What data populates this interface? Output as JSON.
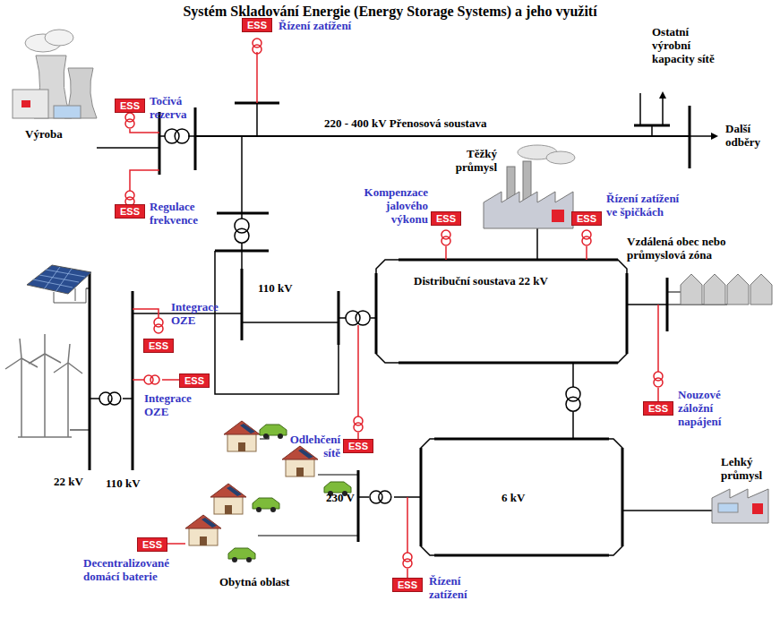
{
  "diagram": {
    "title": "Systém Skladování Energie (Energy Storage Systems) a jeho využití",
    "nodes": [
      {
        "text": [
          "ESS",
          "Řízení zatížení"
        ]
      },
      {
        "text": [
          "ESS",
          "Točivá rezerva"
        ]
      },
      {
        "text": [
          "ESS",
          "Regulace frekvence"
        ]
      },
      {
        "text": [
          "ESS",
          "Kompenzace jalového výkonu"
        ]
      },
      {
        "text": [
          "ESS",
          "Řízení zatížení ve špičkách"
        ]
      },
      {
        "text": [
          "ESS",
          "Integrace OZE"
        ]
      },
      {
        "text": [
          "ESS",
          "Integrace OZE"
        ]
      },
      {
        "text": [
          "ESS",
          "Nouzové záložní napájení"
        ]
      },
      {
        "text": [
          "ESS",
          "Odlehčení sítě"
        ]
      },
      {
        "text": [
          "ESS",
          "Decentralizované domácí baterie"
        ]
      },
      {
        "text": [
          "ESS",
          "Řízení zatížení"
        ]
      }
    ],
    "labels": [
      "Ostatní výrobní kapacity sítě",
      "Výroba",
      "220 - 400 kV Přenosová soustava",
      "Další odběry",
      "Těžký průmysl",
      "Vzdálená obec nebo průmyslová zóna",
      "Distribuční soustava 22 kV",
      "110 kV",
      "22 kV",
      "110 kV",
      "Lehký průmysl",
      "6 kV",
      "230 V",
      "Obytná oblast"
    ]
  }
}
